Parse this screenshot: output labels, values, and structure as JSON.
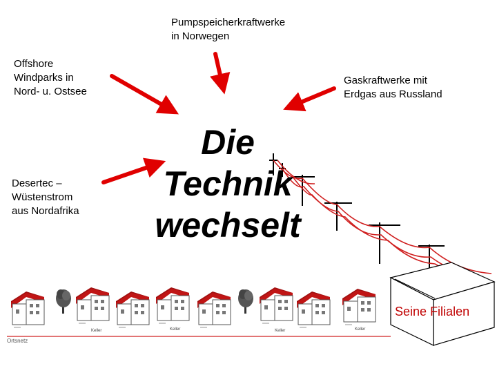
{
  "labels": {
    "norway": "Pumpspeicherkraftwerke\nin Norwegen",
    "offshore": "Offshore\nWindparks in\nNord- u. Ostsee",
    "gas": "Gaskraftwerke mit\nErdgas aus Russland",
    "desertec": "Desertec –\nWüstenstrom\naus Nordafrika"
  },
  "title": "Die\nTechnik\nwechselt",
  "branches": {
    "word1": "Seine",
    "word2": "Filialen"
  },
  "houses": {
    "cellar_label": "Keller"
  },
  "network_label": "Ortsnetz",
  "colors": {
    "arrow": "#e00000",
    "cable": "#d02020",
    "roof": "#a01010",
    "text": "#000000"
  }
}
